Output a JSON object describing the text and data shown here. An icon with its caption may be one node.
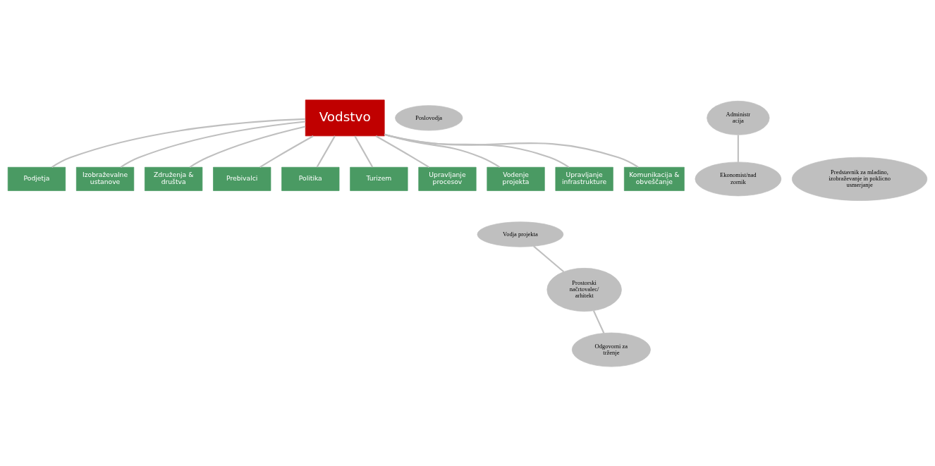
{
  "diagram": {
    "nodes": [
      {
        "text": [
          "Vodstvo"
        ]
      },
      {
        "text": [
          "Administr acija"
        ]
      },
      {
        "text": [
          "Poslovodja"
        ]
      },
      {
        "text": [
          "Ekonomist/nad zornik"
        ]
      },
      {
        "text": [
          "Podjetja"
        ]
      },
      {
        "text": [
          "Izobraževalne ustanove"
        ]
      },
      {
        "text": [
          "Združenja & društva"
        ]
      },
      {
        "text": [
          "Prebivalci"
        ]
      },
      {
        "text": [
          "Politika"
        ]
      },
      {
        "text": [
          "Turizem"
        ]
      },
      {
        "text": [
          "Upravljanje procesov"
        ]
      },
      {
        "text": [
          "Vodenje projekta"
        ]
      },
      {
        "text": [
          "Upravljanje infrastrukture"
        ]
      },
      {
        "text": [
          "Komunikacija & obveščanje"
        ]
      },
      {
        "text": [
          "Vodja projekta"
        ]
      },
      {
        "text": [
          "Prostorski načrtovalec/ arhitekt"
        ]
      },
      {
        "text": [
          "Predstavnik za mladino, izobraževanje in poklicno usmerjanje"
        ]
      },
      {
        "text": [
          "Odgovorni za trženje"
        ]
      }
    ],
    "edges": [
      {
        "from": 1,
        "to": 3,
        "arrow": "none"
      },
      {
        "from": 0,
        "to": 4,
        "arrow": "none"
      },
      {
        "from": 0,
        "to": 5,
        "arrow": "none"
      },
      {
        "from": 0,
        "to": 6,
        "arrow": "none"
      },
      {
        "from": 0,
        "to": 7,
        "arrow": "none"
      },
      {
        "from": 0,
        "to": 8,
        "arrow": "none"
      },
      {
        "from": 0,
        "to": 9,
        "arrow": "none"
      },
      {
        "from": 0,
        "to": 10,
        "arrow": "none"
      },
      {
        "from": 0,
        "to": 11,
        "arrow": "none"
      },
      {
        "from": 0,
        "to": 12,
        "arrow": "none"
      },
      {
        "from": 0,
        "to": 13,
        "arrow": "none"
      },
      {
        "from": 14,
        "to": 15,
        "arrow": "none"
      },
      {
        "from": 15,
        "to": 17,
        "arrow": "none"
      }
    ]
  }
}
